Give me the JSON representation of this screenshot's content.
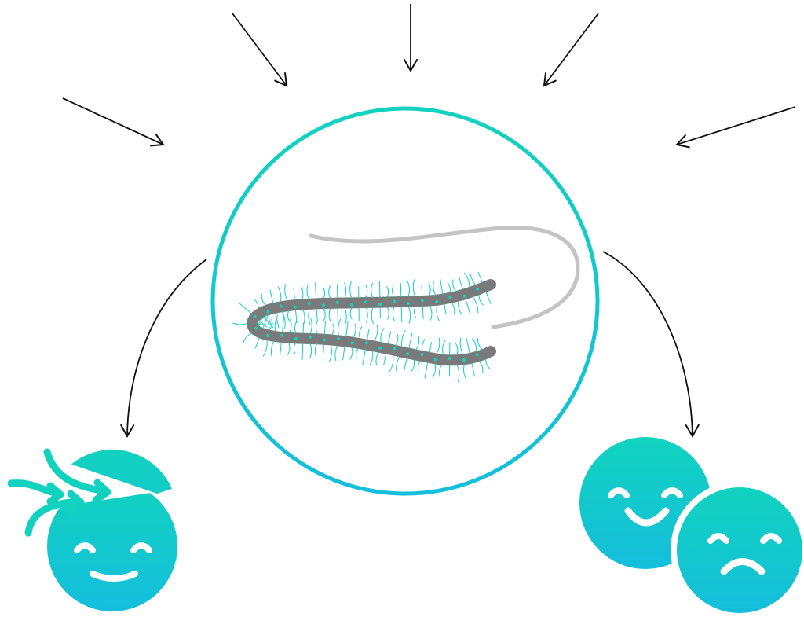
{
  "colors": {
    "accent_teal": "#11d2be",
    "accent_blue": "#14bedc",
    "arrow": "#111111",
    "strand_dark": "#7a7a7a",
    "strand_light": "#c4c4c4",
    "face_features": "#ffffff",
    "background": "#ffffff"
  },
  "diagram": {
    "center": {
      "icon": "nerve-fiber-with-receptors-icon",
      "outline": "gradient-circle"
    },
    "incoming_arrows_count": 5,
    "left_outcome": {
      "icon": "open-head-with-inflow-arrows-smiling-face-icon",
      "mood": "happy"
    },
    "right_outcome": {
      "icons": [
        "smiling-face-icon",
        "frowning-face-icon"
      ],
      "moods": [
        "happy",
        "sad"
      ]
    }
  }
}
